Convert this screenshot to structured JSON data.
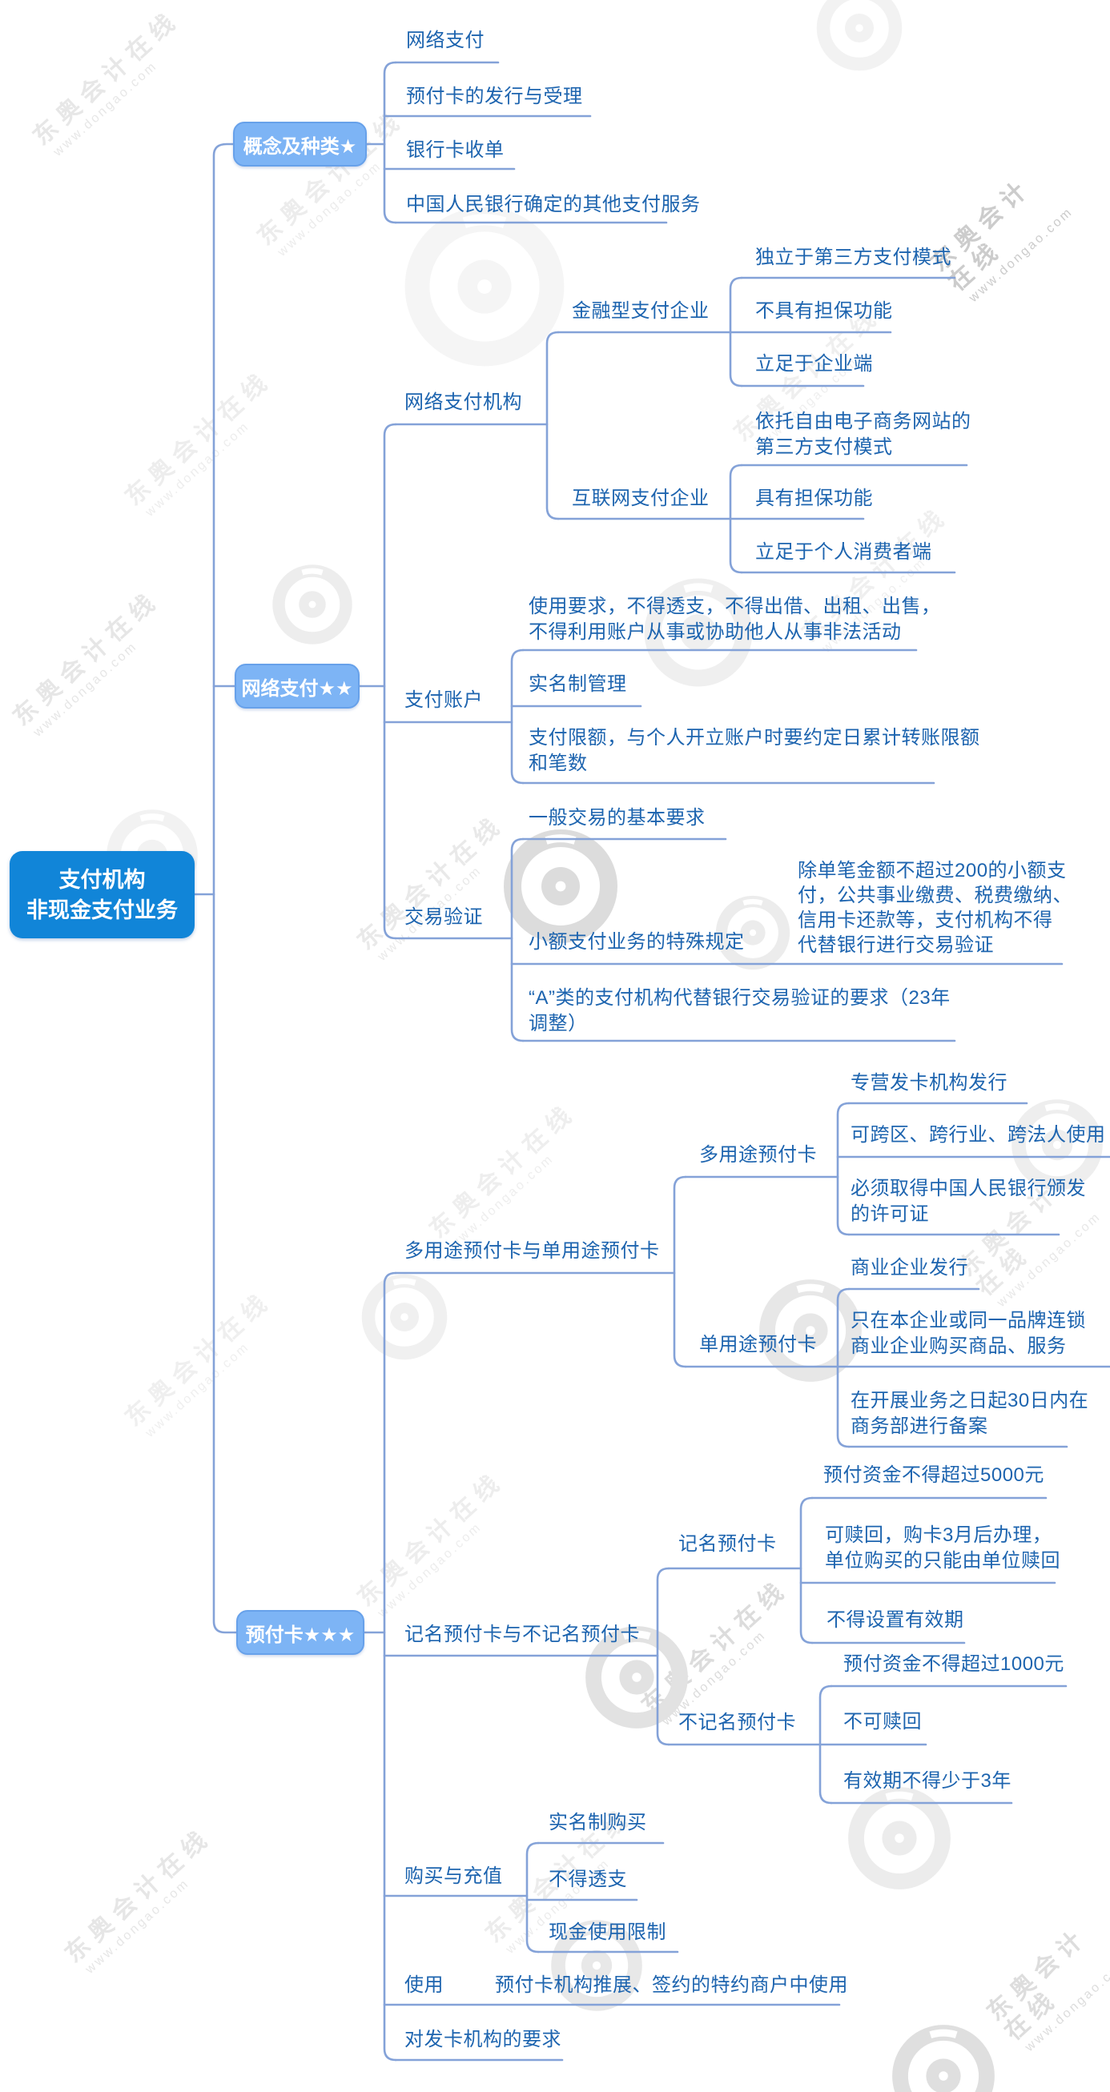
{
  "watermark": {
    "brand": "东奥会计在线",
    "site": "www.dongao.com"
  },
  "palette": {
    "root_fill": "#1185d8",
    "branch_fill": "#7db4f5",
    "branch_border": "#67a1ea",
    "topic_text": "#1d64af",
    "connector": "#84a2d8"
  },
  "root": {
    "label": "支付机构\n非现金支付业务"
  },
  "concept": {
    "label": "概念及种类★",
    "online_payment": "网络支付",
    "prepaid_issuance": "预付卡的发行与受理",
    "card_acquiring": "银行卡收单",
    "pboc_other": "中国人民银行确定的其他支付服务"
  },
  "network": {
    "label": "网络支付★★",
    "org": {
      "label": "网络支付机构",
      "financial": {
        "label": "金融型支付企业",
        "independent": "独立于第三方支付模式",
        "no_guarantee": "不具有担保功能",
        "enterprise_side": "立足于企业端"
      },
      "internet": {
        "label": "互联网支付企业",
        "ecommerce": "依托自由电子商务网站的\n第三方支付模式",
        "guarantee": "具有担保功能",
        "consumer_side": "立足于个人消费者端"
      }
    },
    "account": {
      "label": "支付账户",
      "usage_req": "使用要求，不得透支，不得出借、出租、出售，\n不得利用账户从事或协助他人从事非法活动",
      "real_name": "实名制管理",
      "limit": "支付限额，与个人开立账户时要约定日累计转账限额\n和笔数"
    },
    "verification": {
      "label": "交易验证",
      "general": "一般交易的基本要求",
      "small_amount": "小额支付业务的特殊规定",
      "small_amount_detail": "除单笔金额不超过200的小额支\n付，公共事业缴费、税费缴纳、\n信用卡还款等，支付机构不得\n代替银行进行交易验证",
      "class_a": "“A”类的支付机构代替银行交易验证的要求（23年\n调整）"
    }
  },
  "prepaid": {
    "label": "预付卡★★★",
    "multi_vs_single": {
      "label": "多用途预付卡与单用途预付卡",
      "multi": {
        "label": "多用途预付卡",
        "issuer": "专营发卡机构发行",
        "cross_use": "可跨区、跨行业、跨法人使用",
        "license": "必须取得中国人民银行颁发\n的许可证"
      },
      "single": {
        "label": "单用途预付卡",
        "issuer": "商业企业发行",
        "scope": "只在本企业或同一品牌连锁\n商业企业购买商品、服务",
        "filing": "在开展业务之日起30日内在\n商务部进行备案"
      }
    },
    "named_vs_anonymous": {
      "label": "记名预付卡与不记名预付卡",
      "named": {
        "label": "记名预付卡",
        "fund_limit": "预付资金不得超过5000元",
        "redeem": "可赎回，购卡3月后办理，\n单位购买的只能由单位赎回",
        "validity": "不得设置有效期"
      },
      "anonymous": {
        "label": "不记名预付卡",
        "fund_limit": "预付资金不得超过1000元",
        "redeem": "不可赎回",
        "validity": "有效期不得少于3年"
      }
    },
    "purchase": {
      "label": "购买与充值",
      "real_name": "实名制购买",
      "no_overdraft": "不得透支",
      "cash_limit": "现金使用限制"
    },
    "usage": {
      "label": "使用",
      "detail": "预付卡机构推展、签约的特约商户中使用"
    },
    "issuer_req": {
      "label": "对发卡机构的要求"
    }
  }
}
